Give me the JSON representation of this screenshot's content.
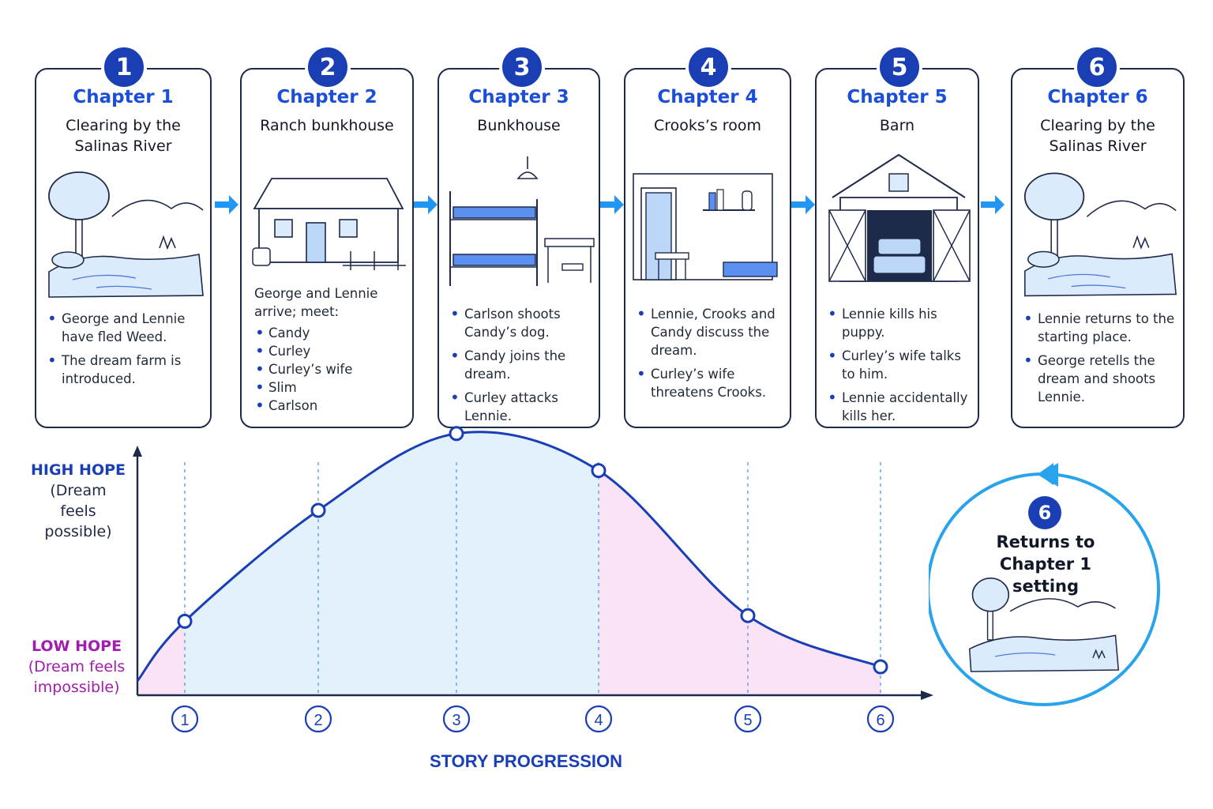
{
  "chapters": [
    {
      "num": "1",
      "title": "Chapter 1",
      "setting": "Clearing by the Salinas River",
      "bullets": [
        "George and Lennie have fled Weed.",
        "The dream farm is introduced."
      ]
    },
    {
      "num": "2",
      "title": "Chapter 2",
      "setting": "Ranch bunkhouse",
      "intro": "George and Lennie arrive; meet:",
      "bullets": [
        "Candy",
        "Curley",
        "Curley’s wife",
        "Slim",
        "Carlson"
      ]
    },
    {
      "num": "3",
      "title": "Chapter 3",
      "setting": "Bunkhouse",
      "bullets": [
        "Carlson shoots Candy’s dog.",
        "Candy joins the dream.",
        "Curley attacks Lennie."
      ]
    },
    {
      "num": "4",
      "title": "Chapter 4",
      "setting": "Crooks’s room",
      "bullets": [
        "Lennie, Crooks and Candy discuss the dream.",
        "Curley’s wife threatens Crooks."
      ]
    },
    {
      "num": "5",
      "title": "Chapter 5",
      "setting": "Barn",
      "bullets": [
        "Lennie kills his puppy.",
        "Curley’s wife talks to him.",
        "Lennie accidentally kills her."
      ]
    },
    {
      "num": "6",
      "title": "Chapter 6",
      "setting": "Clearing by the Salinas River",
      "bullets": [
        "Lennie returns to the starting place.",
        "George retells the dream and shoots Lennie."
      ]
    }
  ],
  "chart_data": {
    "type": "line",
    "x": [
      1,
      2,
      3,
      4,
      5,
      6
    ],
    "tick_labels": [
      "1",
      "2",
      "3",
      "4",
      "5",
      "6"
    ],
    "values": [
      0.26,
      0.65,
      0.92,
      0.79,
      0.28,
      0.1
    ],
    "ylim": [
      0,
      1
    ],
    "xlabel": "STORY PROGRESSION",
    "y_high_label": "HIGH HOPE",
    "y_high_sub": "(Dream feels possible)",
    "y_low_label": "LOW HOPE",
    "y_low_sub": "(Dream feels impossible)",
    "grid": "dashed vertical at each chapter"
  },
  "loop": {
    "num": "6",
    "text": "Returns to Chapter 1 setting"
  },
  "colors": {
    "accent": "#1a3fb5",
    "arrow": "#2196f3",
    "high_fill": "#e3f1fd",
    "low_fill": "#fbe3f6",
    "low_label": "#a21caf",
    "loop_ring": "#29a3ec"
  }
}
